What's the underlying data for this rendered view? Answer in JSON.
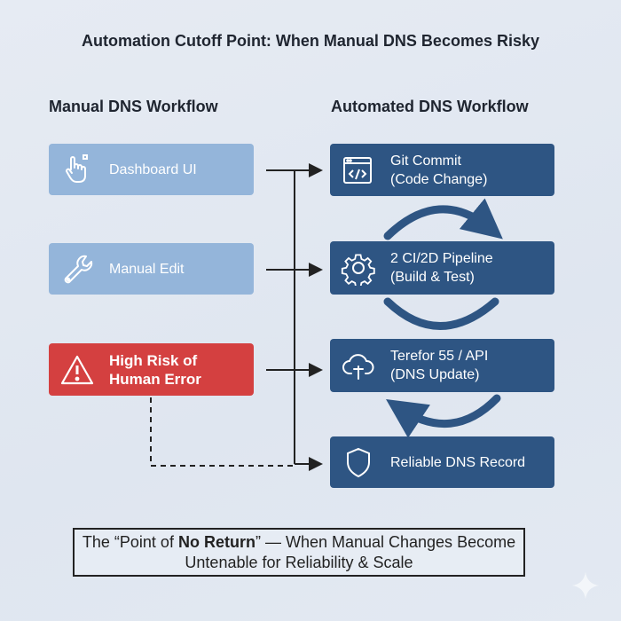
{
  "title": "Automation Cutoff Point: When Manual DNS Becomes Risky",
  "manual": {
    "heading": "Manual DNS Workflow",
    "steps": [
      {
        "label": "Dashboard UI",
        "icon": "hand-pointer-icon"
      },
      {
        "label": "Manual Edit",
        "icon": "wrench-icon"
      },
      {
        "label_line1": "High Risk of",
        "label_line2": "Human Error",
        "icon": "warning-icon"
      }
    ]
  },
  "automated": {
    "heading": "Automated DNS Workflow",
    "steps": [
      {
        "line1": "Git Commit",
        "line2": "(Code Change)",
        "icon": "code-window-icon"
      },
      {
        "line1": "2 CI/2D Pipeline",
        "line2": "(Build & Test)",
        "icon": "gear-icon"
      },
      {
        "line1": "Terefor 55 / API",
        "line2": "(DNS Update)",
        "icon": "cloud-upload-icon"
      },
      {
        "line1": "Reliable DNS Record",
        "icon": "shield-icon"
      }
    ]
  },
  "note": {
    "prefix": "The “Point of ",
    "bold": "No Return",
    "suffix": "” — When Manual Changes Become",
    "line2": "Untenable for Reliability & Scale"
  },
  "colors": {
    "manual": "#94b5da",
    "risk": "#d44040",
    "automated": "#2e5583"
  }
}
